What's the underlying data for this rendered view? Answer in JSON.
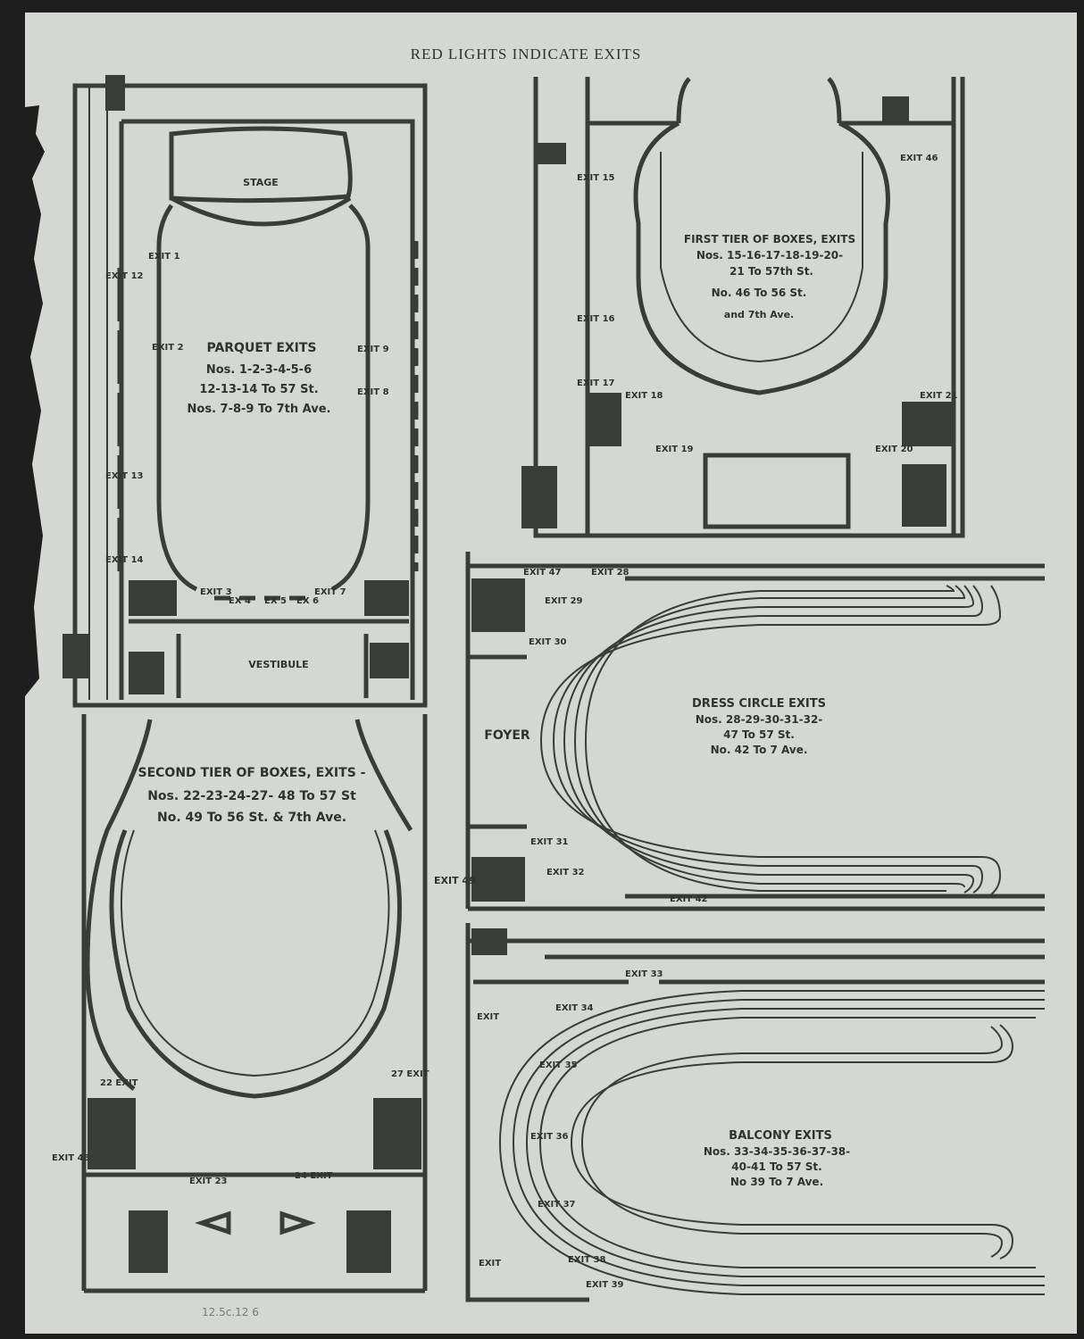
{
  "title": "RED LIGHTS INDICATE EXITS",
  "note": "12.5c.12 6",
  "parquet": {
    "stage": "STAGE",
    "vestibule": "VESTIBULE",
    "heading": "PARQUET EXITS",
    "line1": "Nos. 1-2-3-4-5-6",
    "line2": "12-13-14 To 57 St.",
    "line3": "Nos. 7-8-9 To 7th Ave.",
    "exits": [
      "EXIT 1",
      "EXIT 2",
      "EXIT 3",
      "EX 4",
      "EX 5",
      "EX 6",
      "EXIT 7",
      "EXIT 8",
      "EXIT 9",
      "EXIT 12",
      "EXIT 13",
      "EXIT 14"
    ]
  },
  "first_tier": {
    "heading": "FIRST TIER OF BOXES, EXITS",
    "line1": "Nos. 15-16-17-18-19-20-",
    "line2": "21 To 57th St.",
    "line3": "No. 46 To 56 St.",
    "line4": "and 7th Ave.",
    "exits": [
      "EXIT 15",
      "EXIT 16",
      "EXIT 17",
      "EXIT 18",
      "EXIT 19",
      "EXIT 20",
      "EXIT 21",
      "EXIT 46"
    ]
  },
  "dress_circle": {
    "foyer": "FOYER",
    "heading": "DRESS CIRCLE EXITS",
    "line1": "Nos. 28-29-30-31-32-",
    "line2": "47 To 57 St.",
    "line3": "No. 42 To 7 Ave.",
    "exits": [
      "EXIT 47",
      "EXIT 28",
      "EXIT 29",
      "EXIT 30",
      "EXIT 31",
      "EXIT 32",
      "EXIT 42"
    ]
  },
  "second_tier": {
    "heading": "SECOND TIER OF BOXES, EXITS -",
    "line1": "Nos. 22-23-24-27- 48 To 57 St",
    "line2": "No. 49 To 56 St. & 7th Ave.",
    "exits": [
      "EXIT 49",
      "22 EXIT",
      "27 EXIT",
      "EXIT 48",
      "EXIT 23",
      "24 EXIT"
    ]
  },
  "balcony": {
    "heading": "BALCONY EXITS",
    "line1": "Nos. 33-34-35-36-37-38-",
    "line2": "40-41 To 57 St.",
    "line3": "No 39 To 7 Ave.",
    "exits": [
      "EXIT 33",
      "EXIT 34",
      "EXIT 35",
      "EXIT 36",
      "EXIT 37",
      "EXIT 38",
      "EXIT 39",
      "EXIT",
      "EXIT"
    ]
  }
}
